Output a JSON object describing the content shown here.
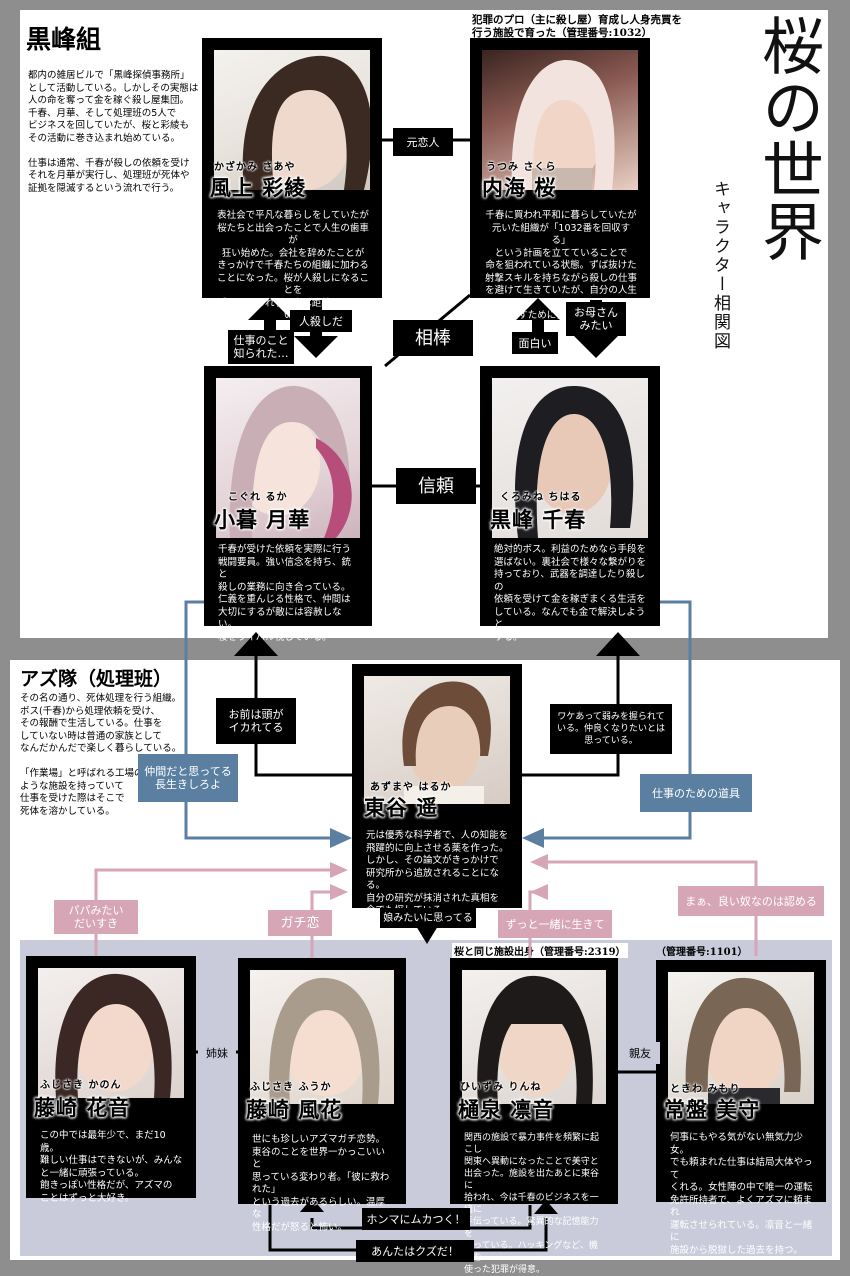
{
  "title_main": "桜の世界",
  "title_sub": "キャラクター相関図",
  "groups": {
    "kuromine": {
      "name": "黒峰組",
      "desc": "都内の雑居ビルで「黒峰探偵事務所」\nとして活動している。しかしその実態は\n人の命を奪って金を稼ぐ殺し屋集団。\n千春、月華、そして処理班の5人で\nビジネスを回していたが、桜と彩綾も\nその活動に巻き込まれ始めている。\n\n仕事は通常、千春が殺しの依頼を受け\nそれを月華が実行し、処理班が死体や\n証拠を隠滅するという流れで行う。"
    },
    "azu": {
      "name": "アズ隊（処理班）",
      "desc": "その名の通り、死体処理を行う組織。\nボス(千春)から処理依頼を受け、\nその報酬で生活している。仕事を\nしていない時は普通の家族として\nなんだかんだで楽しく暮らしている。\n\n「作業場」と呼ばれる工場の\nような施設を持っていて\n仕事を受けた際はそこで\n死体を溶かしている。"
    }
  },
  "captions": {
    "sakura_top": "犯罪のプロ（主に殺し屋）育成し人身売買を\n行う施設で育った（管理番号:1032）",
    "rinne_top": "桜と同じ施設出身（管理番号:2319）",
    "mimori_top": "（管理番号:1101）"
  },
  "characters": {
    "ayaka": {
      "ruby": "かざかみ さあや",
      "name": "風上 彩綾",
      "desc": "表社会で平凡な暮らしをしていたが\n桜たちと出会ったことで人生の歯車が\n狂い始めた。会社を辞めたことが\nきっかけで千春たちの組織に加わる\nことになった。桜が人殺しになることを\n受け入れられず、今は距離を置いている"
    },
    "sakura": {
      "ruby": "うつみ さくら",
      "name": "内海 桜",
      "desc": "千春に買われ平和に暮らしていたが\n元いた組織が「1032番を回収する」\nという計画を立てていることで\n命を狙われている状態。ずば抜けた\n射撃スキルを持ちながら殺しの仕事\nを避けて生きていたが、自分の人生を\n取り戻すために再び銃を手に取った。"
    },
    "gekka": {
      "ruby": "こぐれ るか",
      "name": "小暮 月華",
      "desc": "千春が受けた依頼を実際に行う\n戦闘要員。強い信念を持ち、銃と\n殺しの業務に向き合っている。\n仁義を重んじる性格で、仲間は\n大切にするが敵には容赦しない。\n桜をライバル視している。"
    },
    "chiharu": {
      "ruby": "くろみね ちはる",
      "name": "黒峰 千春",
      "desc": "絶対的ボス。利益のためなら手段を\n選ばない。裏社会で様々な繋がりを\n持っており、武器を調達したり殺しの\n依頼を受けて金を稼ぎまくる生活を\nしている。なんでも金で解決しようと\nする。"
    },
    "haruka": {
      "ruby": "あずまや はるか",
      "name": "東谷 遥",
      "desc": "元は優秀な科学者で、人の知能を\n飛躍的に向上させる薬を作った。\nしかし、その論文がきっかけで\n研究所から追放されることになる。\n自分の研究が抹消された真相を\n今でも探している。"
    },
    "kanon": {
      "ruby": "ふじさき かのん",
      "name": "藤崎 花音",
      "desc": "この中では最年少で、まだ10歳。\n難しい仕事はできないが、みんな\nと一緒に頑張っている。\n飽きっぽい性格だが、アズマの\nことはずっと大好き。"
    },
    "fuuka": {
      "ruby": "ふじさき ふうか",
      "name": "藤崎 風花",
      "desc": "世にも珍しいアズマガチ恋勢。\n東谷のことを世界一かっこいいと\n思っている変わり者。「彼に救われた」\nという過去があるらしい。温厚な\n性格だが怒ると怖い。"
    },
    "rinne": {
      "ruby": "ひいずみ りんね",
      "name": "樋泉 凛音",
      "desc": "関西の施設で暴力事件を頻繁に起こし\n関東へ異動になったことで美守と\n出会った。施設を出たあとに東谷に\n拾われ、今は千春のビジネスを一緒に\n手伝っている。驚異的な記憶能力を\n持っている。ハッキングなど、機械を\n使った犯罪が得意。"
    },
    "mimori": {
      "ruby": "ときわ みもり",
      "name": "常盤 美守",
      "desc": "何事にもやる気がない無気力少女。\nでも頼まれた仕事は結局大体やって\nくれる。女性陣の中で唯一の運転\n免許所持者で、よくアズマに頼まれ\n運転させられている。凛音と一緒に\n施設から脱獄した過去を持つ。"
    }
  },
  "relations": {
    "motokoibito": "元恋人",
    "hitogoroshi": "人殺しだ",
    "shigoto_no_koto": "仕事のこと\n知られた…",
    "aibou": "相棒",
    "omoshiroi": "面白い",
    "okaasan": "お母さん\nみたい",
    "shinrai": "信頼",
    "omae_atama": "お前は頭が\nイカれてる",
    "wakeatte": "ワケあって弱みを握られて\nいる。仲良くなりたいとは\n思っている。",
    "nakama_da": "仲間だと思ってる\n長生きしろよ",
    "dougu": "仕事のための道具",
    "musume": "娘みたいに思ってる",
    "papa": "パパみたい\nだいすき",
    "gachikoi": "ガチ恋",
    "zutto": "ずっと一緒に生きて",
    "maa": "まぁ、良い奴なのは認める",
    "shimai": "姉妹",
    "shinyu": "親友",
    "honma": "ホンマにムカつく！",
    "kuzu": "あんたはクズだ！"
  },
  "colors": {
    "blue": "#5b7fa0",
    "pink": "#d7a6b6",
    "lavender": "#c9cbdb"
  }
}
